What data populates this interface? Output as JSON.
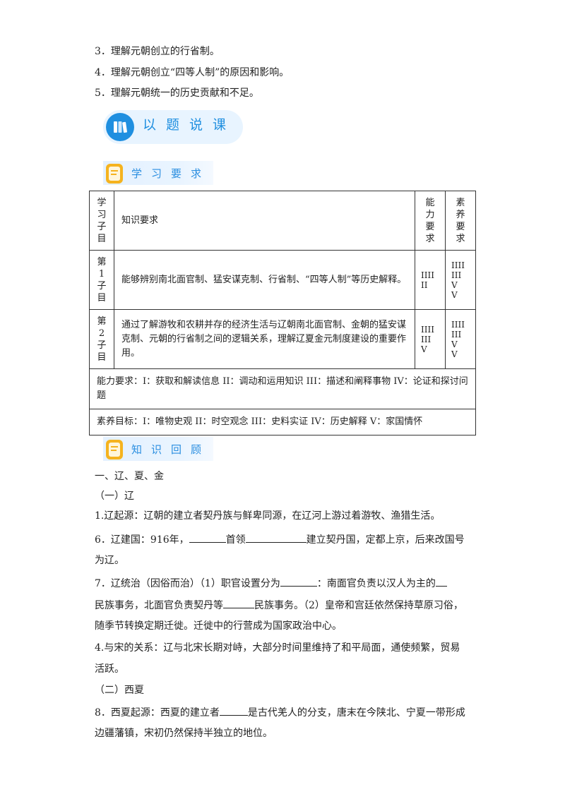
{
  "goals": [
    "3．理解元朝创立的行省制。",
    "4．理解元朝创立“四等人制”的原因和影响。",
    "5．理解元朝统一的历史贡献和不足。"
  ],
  "banners": {
    "main_title": "以题说课",
    "study_req": "学习要求",
    "review": "知识回顾"
  },
  "table": {
    "header": {
      "col1": [
        "学",
        "习",
        "子",
        "目"
      ],
      "col2": "知识要求",
      "col3": [
        "能",
        "力",
        "要",
        "求"
      ],
      "col4": [
        "素",
        "养",
        "要",
        "求"
      ]
    },
    "rows": [
      {
        "label": [
          "第",
          "1",
          "子",
          "目"
        ],
        "text": "能够辨别南北面官制、猛安谋克制、行省制、“四等人制”等历史解释。",
        "ability": [
          "IIII",
          "II"
        ],
        "literacy": [
          "IIII",
          "III",
          "V",
          "V"
        ]
      },
      {
        "label": [
          "第",
          "2",
          "子",
          "目"
        ],
        "text": "通过了解游牧和农耕并存的经济生活与辽朝南北面官制、金朝的猛安谋克制、元朝的行省制之间的逻辑关系，理解辽夏金元制度建设的重要作用。",
        "ability": [
          "IIII",
          "III",
          "V"
        ],
        "literacy": [
          "IIII",
          "III",
          "V",
          "V"
        ]
      }
    ],
    "ability_note": "能力要求：I：获取和解读信息 II：调动和运用知识 III：描述和阐释事物 IV：论证和探讨问题",
    "literacy_note": "素养目标：I：唯物史观 II：时空观念 III：史料实证 IV：历史解释 V：家国情怀"
  },
  "review": {
    "section1": "一、辽、夏、金",
    "sub1": "（一）辽",
    "p1": "1.辽起源：辽朝的建立者契丹族与鲜卑同源，在辽河上游过着游牧、渔猎生活。",
    "p6_a": "6．辽建国：916年，",
    "p6_b": "首领",
    "p6_c": "建立契丹国，定都上京，后来改国号",
    "p6_d": "为辽。",
    "p7_a": "7．辽统治（因俗而治）（1）职官设置分为",
    "p7_b": "：南面官负责以汉人为主的",
    "p7_c": "民族事务，北面官负责契丹等",
    "p7_d": "民族事务。（2）皇帝和宫廷依然保持草原习俗，",
    "p7_e": "随季节转换定期迁徙。迁徙中的行营成为国家政治中心。",
    "p4_a": "4.与宋的关系：辽与北宋长期对峙，大部分时间里维持了和平局面，通使频繁，贸易",
    "p4_b": "活跃。",
    "sub2": "（二）西夏",
    "p8_a": "8．西夏起源：西夏的建立者",
    "p8_b": "是古代羌人的分支，唐末在今陕北、宁夏一带形成",
    "p8_c": "边疆藩镇，宋初仍然保持半独立的地位。"
  },
  "colors": {
    "accent": "#1f8fe0",
    "note_yellow": "#f5b31f"
  }
}
